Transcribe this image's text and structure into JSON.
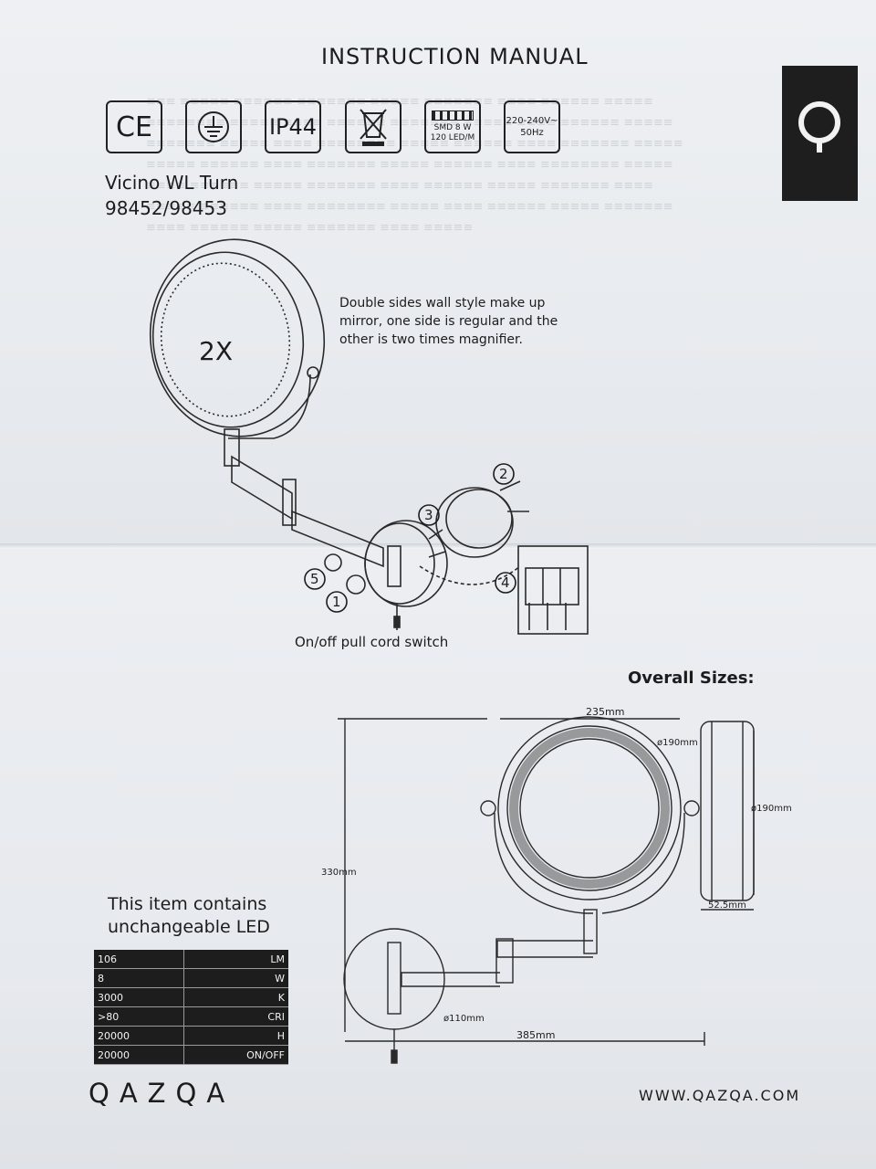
{
  "header": {
    "title": "INSTRUCTION MANUAL"
  },
  "certifications": {
    "ce": "CE",
    "ip": "IP44",
    "smd_line1": "SMD  8 W",
    "smd_line2": "120 LED/M",
    "voltage_line1": "220-240V~",
    "voltage_line2": "50Hz"
  },
  "product": {
    "name": "Vicino WL Turn",
    "codes": "98452/98453"
  },
  "diagram": {
    "magnification": "2X",
    "callout": "Double sides wall style make up mirror, one side is regular and the other is two times magnifier.",
    "steps": [
      "1",
      "2",
      "3",
      "4",
      "5"
    ],
    "pull_cord_label": "On/off pull cord switch"
  },
  "sizes": {
    "title": "Overall Sizes:",
    "width": "235mm",
    "mirror_diameter": "ø190mm",
    "side_diameter": "ø190mm",
    "height": "330mm",
    "depth": "52.5mm",
    "base_diameter": "ø110mm",
    "reach": "385mm"
  },
  "led": {
    "heading_line1": "This item contains",
    "heading_line2": "unchangeable LED",
    "specs": [
      {
        "value": "106",
        "unit": "LM"
      },
      {
        "value": "8",
        "unit": "W"
      },
      {
        "value": "3000",
        "unit": "K"
      },
      {
        "value": ">80",
        "unit": "CRI"
      },
      {
        "value": "20000",
        "unit": "H"
      },
      {
        "value": "20000",
        "unit": "ON/OFF"
      }
    ]
  },
  "footer": {
    "brand": "QAZQA",
    "url": "WWW.QAZQA.COM"
  },
  "colors": {
    "ink": "#1c1c1c",
    "paper": "#eceef2",
    "panel": "#1d1d1d"
  }
}
